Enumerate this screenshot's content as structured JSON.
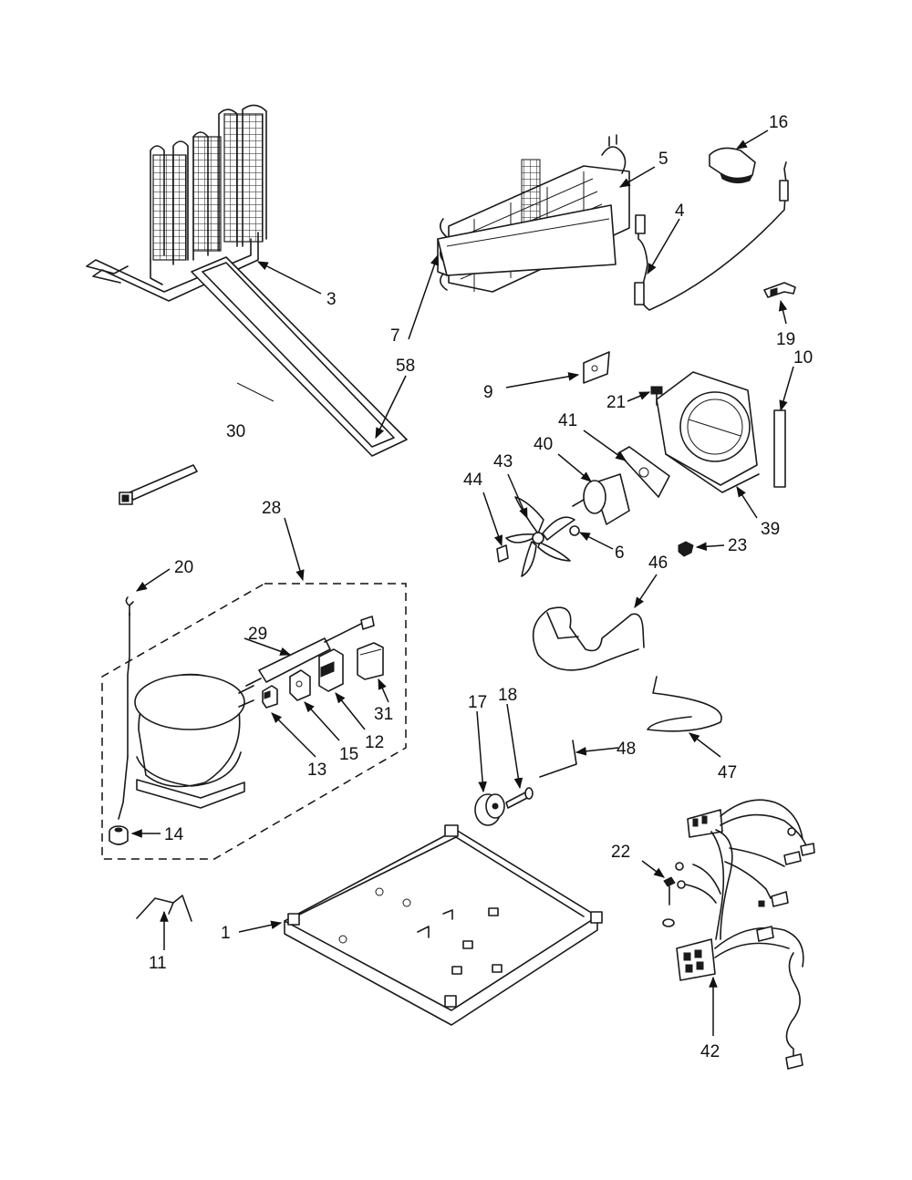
{
  "callouts": {
    "c1": "1",
    "c3": "3",
    "c4": "4",
    "c5": "5",
    "c6": "6",
    "c7": "7",
    "c9": "9",
    "c10": "10",
    "c11": "11",
    "c12": "12",
    "c13": "13",
    "c14": "14",
    "c15": "15",
    "c16": "16",
    "c17": "17",
    "c18": "18",
    "c19": "19",
    "c20": "20",
    "c21": "21",
    "c22": "22",
    "c23": "23",
    "c28": "28",
    "c29": "29",
    "c30": "30",
    "c31": "31",
    "c39": "39",
    "c40": "40",
    "c41": "41",
    "c42": "42",
    "c43": "43",
    "c44": "44",
    "c46": "46",
    "c47": "47",
    "c48": "48",
    "c58": "58"
  }
}
